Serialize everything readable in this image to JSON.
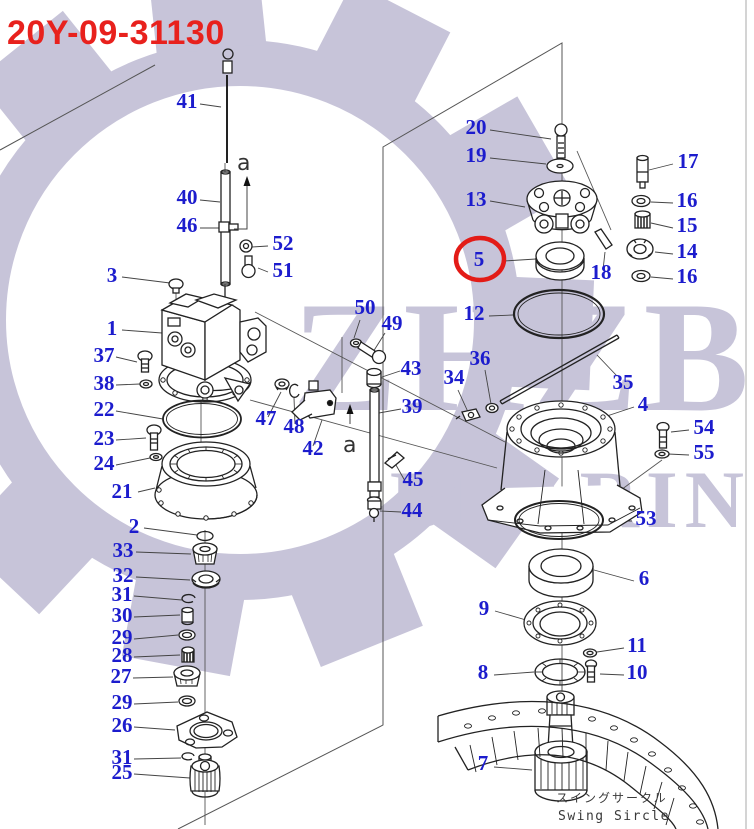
{
  "title": "20Y-09-31130",
  "watermark": {
    "line1": "ZHZB",
    "line2": "BEARINGS"
  },
  "colors": {
    "title_red": "#e8211d",
    "label_blue": "#1c1ccd",
    "highlight_circle_red": "#e31b17",
    "watermark_lavender": "#c7c4d9",
    "line_dark": "#222222"
  },
  "highlight": {
    "circled_part": "5"
  },
  "annotations": {
    "a_upper": "a",
    "a_lower": "a"
  },
  "footer": {
    "caption_jp": "スイングサークル",
    "caption_en": "Swing Sircle"
  },
  "callouts": [
    {
      "t": "41"
    },
    {
      "t": "40"
    },
    {
      "t": "46"
    },
    {
      "t": "52"
    },
    {
      "t": "51"
    },
    {
      "t": "3"
    },
    {
      "t": "1"
    },
    {
      "t": "37"
    },
    {
      "t": "38"
    },
    {
      "t": "22"
    },
    {
      "t": "23"
    },
    {
      "t": "24"
    },
    {
      "t": "21"
    },
    {
      "t": "2"
    },
    {
      "t": "33"
    },
    {
      "t": "32"
    },
    {
      "t": "31"
    },
    {
      "t": "30"
    },
    {
      "t": "29"
    },
    {
      "t": "28"
    },
    {
      "t": "27"
    },
    {
      "t": "29"
    },
    {
      "t": "26"
    },
    {
      "t": "31"
    },
    {
      "t": "25"
    },
    {
      "t": "50"
    },
    {
      "t": "49"
    },
    {
      "t": "43"
    },
    {
      "t": "39"
    },
    {
      "t": "45"
    },
    {
      "t": "44"
    },
    {
      "t": "47"
    },
    {
      "t": "48"
    },
    {
      "t": "42"
    },
    {
      "t": "20"
    },
    {
      "t": "19"
    },
    {
      "t": "13"
    },
    {
      "t": "5"
    },
    {
      "t": "18"
    },
    {
      "t": "17"
    },
    {
      "t": "16"
    },
    {
      "t": "15"
    },
    {
      "t": "14"
    },
    {
      "t": "16"
    },
    {
      "t": "12"
    },
    {
      "t": "36"
    },
    {
      "t": "34"
    },
    {
      "t": "35"
    },
    {
      "t": "4"
    },
    {
      "t": "54"
    },
    {
      "t": "55"
    },
    {
      "t": "53"
    },
    {
      "t": "6"
    },
    {
      "t": "9"
    },
    {
      "t": "11"
    },
    {
      "t": "8"
    },
    {
      "t": "10"
    },
    {
      "t": "7"
    }
  ]
}
